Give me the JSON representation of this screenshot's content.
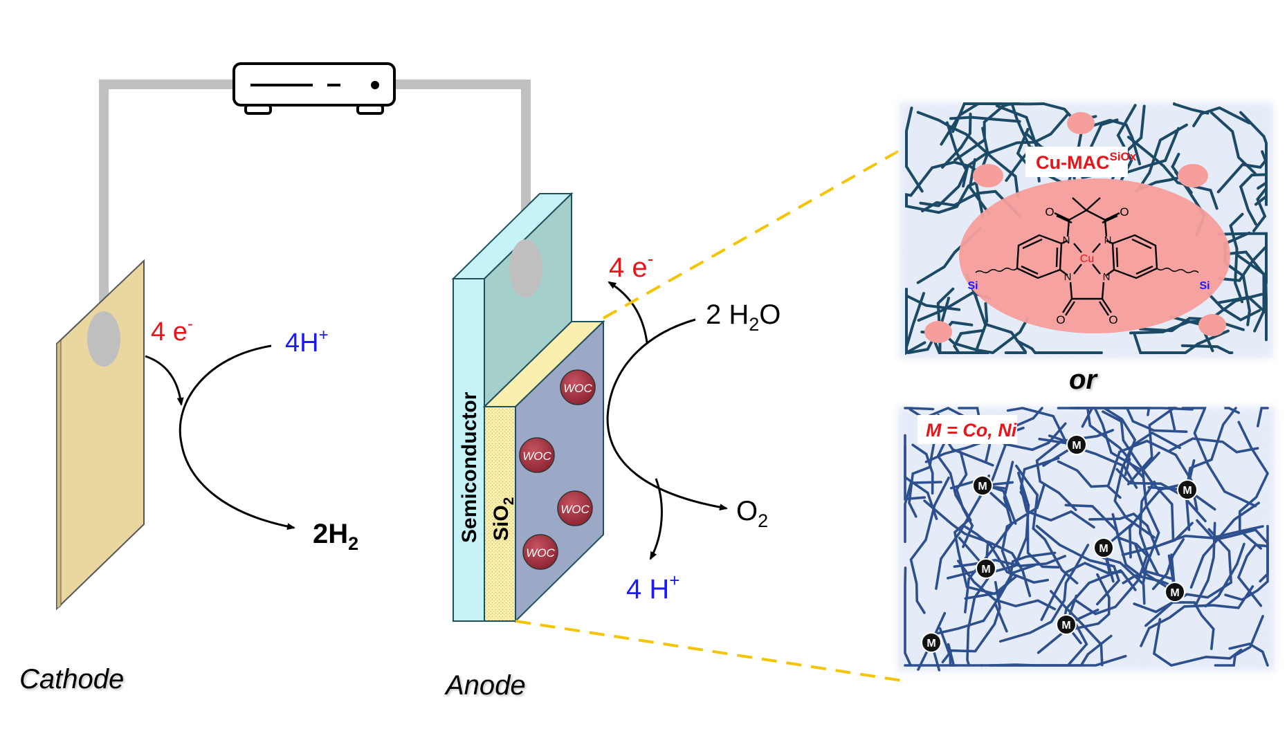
{
  "labels": {
    "cathode": "Cathode",
    "anode": "Anode",
    "semiconductor": "Semiconductor",
    "sio2_base": "SiO",
    "sio2_sub": "2",
    "woc": "WOC",
    "or": "or"
  },
  "cathode_reaction": {
    "electrons": "4 e",
    "electrons_sup": "-",
    "protons": "4H",
    "protons_sup": "+",
    "product_base": "2H",
    "product_sub": "2"
  },
  "anode_reaction": {
    "electrons": "4 e",
    "electrons_sup": "-",
    "reactant_pre": "2 H",
    "reactant_sub": "2",
    "reactant_post": "O",
    "product_base": "O",
    "product_sub": "2",
    "protons": "4 H",
    "protons_sup": "+"
  },
  "inset_top": {
    "title_base": "Cu-MAC",
    "title_sup": "SiOx",
    "metal": "Cu",
    "n_label": "N",
    "o_label": "O",
    "si_label": "Si"
  },
  "inset_bottom": {
    "title": "M = Co, Ni",
    "node_label": "M"
  },
  "colors": {
    "red": "#e8141a",
    "blue": "#1a1aff",
    "wire": "#c0c0c0",
    "cathode_plate": "#ead7a0",
    "semiconductor": "#c6f3f8",
    "conductor": "#a4cfcb",
    "sio2": "#fbefb0",
    "woc_panel": "#9ba9c7",
    "woc_sphere": "#b03a48",
    "network_top": "#1c4a66",
    "network_bottom": "#2e4f8e",
    "pink": "#f59e9c",
    "dash": "#f5c400"
  }
}
